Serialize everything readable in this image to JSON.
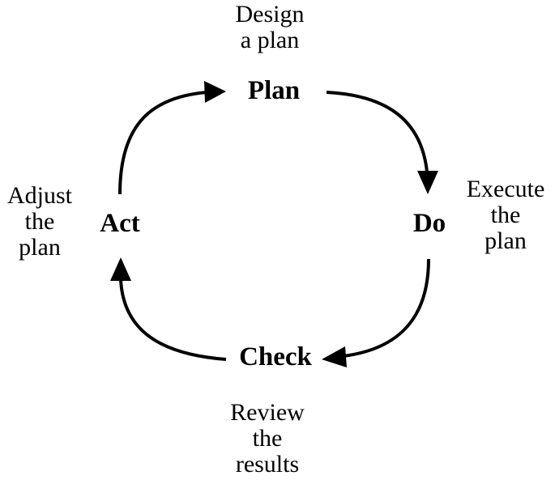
{
  "stages": {
    "plan": {
      "name": "Plan",
      "description": [
        "Design",
        "a plan"
      ]
    },
    "do": {
      "name": "Do",
      "description": [
        "Execute",
        "the",
        "plan"
      ]
    },
    "check": {
      "name": "Check",
      "description": [
        "Review",
        "the",
        "results"
      ]
    },
    "act": {
      "name": "Act",
      "description": [
        "Adjust",
        "the",
        "plan"
      ]
    }
  }
}
